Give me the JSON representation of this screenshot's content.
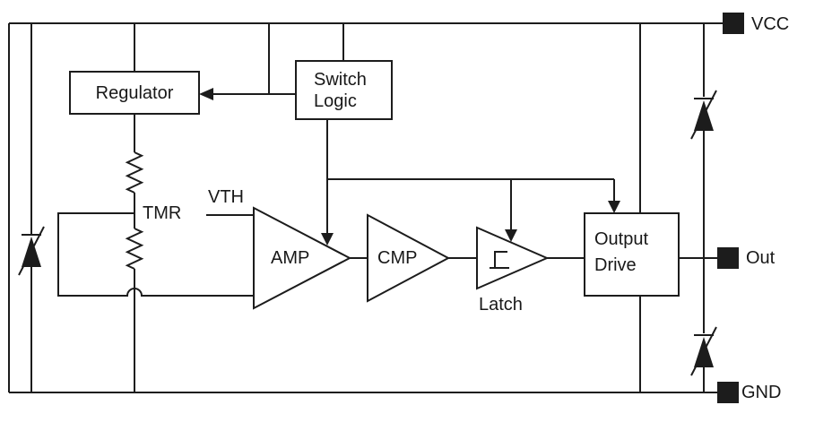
{
  "diagram": {
    "kind": "sensor-ic-block-diagram",
    "colors": {
      "line": "#1c1c1c",
      "background": "#ffffff",
      "text": "#181818"
    },
    "blocks": {
      "regulator": {
        "label": "Regulator"
      },
      "switch_logic": {
        "line1": "Switch",
        "line2": "Logic"
      },
      "amp": {
        "label": "AMP"
      },
      "cmp": {
        "label": "CMP"
      },
      "latch": {
        "label": "Latch"
      },
      "output_drive": {
        "line1": "Output",
        "line2": "Drive"
      }
    },
    "labels": {
      "tmr": "TMR",
      "vth": "VTH"
    },
    "pins": {
      "vcc": "VCC",
      "out": "Out",
      "gnd": "GND"
    }
  }
}
